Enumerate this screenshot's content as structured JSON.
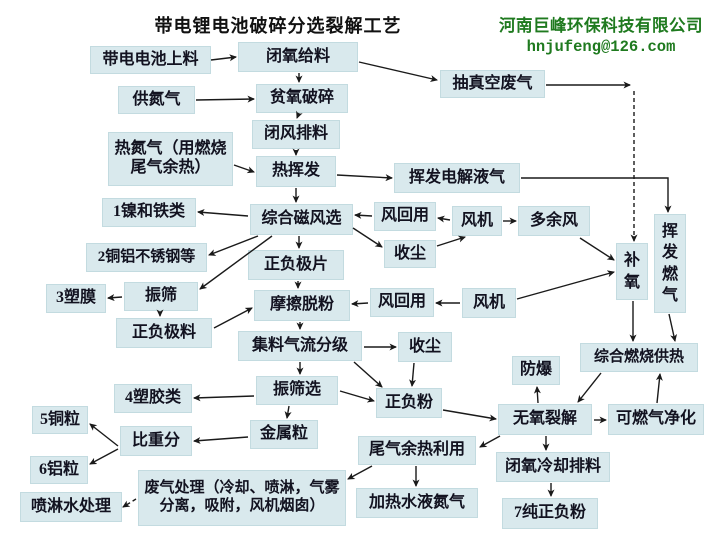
{
  "title": "带电锂电池破碎分选裂解工艺",
  "company": {
    "name": "河南巨峰环保科技有限公司",
    "email": "hnjufeng@126.com"
  },
  "colors": {
    "box_fill": "#d9e9ed",
    "box_border": "#c3dbe0",
    "text": "#121220",
    "company_green": "#1f7a1f",
    "arrow": "#1a1a1a",
    "background": "#ffffff"
  },
  "nodes": [
    {
      "id": "feed",
      "label": "带电电池上料"
    },
    {
      "id": "closed-feed",
      "label": "闭氧给料"
    },
    {
      "id": "vacuum",
      "label": "抽真空废气"
    },
    {
      "id": "nitrogen",
      "label": "供氮气"
    },
    {
      "id": "lean-crush",
      "label": "贫氧破碎"
    },
    {
      "id": "air-discharge",
      "label": "闭风排料"
    },
    {
      "id": "hot-nitrogen",
      "label": "热氮气（用燃烧尾气余热）"
    },
    {
      "id": "thermal",
      "label": "热挥发"
    },
    {
      "id": "electrolyte",
      "label": "挥发电解液气"
    },
    {
      "id": "nickel-iron",
      "label": "1镍和铁类"
    },
    {
      "id": "mag-sort",
      "label": "综合磁风选"
    },
    {
      "id": "wind-reuse-1",
      "label": "风回用"
    },
    {
      "id": "fan-1",
      "label": "风机"
    },
    {
      "id": "excess-wind",
      "label": "多余风"
    },
    {
      "id": "cu-al-steel",
      "label": "2铜铝不锈钢等"
    },
    {
      "id": "sheets",
      "label": "正负极片"
    },
    {
      "id": "dust-1",
      "label": "收尘"
    },
    {
      "id": "oxy-makeup",
      "label": "补氧"
    },
    {
      "id": "volatile-gas",
      "label": "挥发燃气"
    },
    {
      "id": "film",
      "label": "3塑膜"
    },
    {
      "id": "vib-screen",
      "label": "振筛"
    },
    {
      "id": "friction",
      "label": "摩擦脱粉"
    },
    {
      "id": "wind-reuse-2",
      "label": "风回用"
    },
    {
      "id": "fan-2",
      "label": "风机"
    },
    {
      "id": "electrode-mat",
      "label": "正负极料"
    },
    {
      "id": "classify",
      "label": "集料气流分级"
    },
    {
      "id": "dust-2",
      "label": "收尘"
    },
    {
      "id": "exp-proof",
      "label": "防爆"
    },
    {
      "id": "combustion",
      "label": "综合燃烧供热"
    },
    {
      "id": "plastics",
      "label": "4塑胶类"
    },
    {
      "id": "screen-sort",
      "label": "振筛选"
    },
    {
      "id": "electrode-powder",
      "label": "正负粉"
    },
    {
      "id": "copper",
      "label": "5铜粒"
    },
    {
      "id": "gravity-sort",
      "label": "比重分"
    },
    {
      "id": "metal-gran",
      "label": "金属粒"
    },
    {
      "id": "tail-heat",
      "label": "尾气余热利用"
    },
    {
      "id": "pyrolysis",
      "label": "无氧裂解"
    },
    {
      "id": "gas-purify",
      "label": "可燃气净化"
    },
    {
      "id": "aluminum",
      "label": "6铝粒"
    },
    {
      "id": "waste-gas",
      "label": "废气处理（冷却、喷淋，气雾分离，吸附，风机烟囱）"
    },
    {
      "id": "heat-water",
      "label": "加热水液氮气"
    },
    {
      "id": "cool-discharge",
      "label": "闭氧冷却排料"
    },
    {
      "id": "spray-water",
      "label": "喷淋水处理"
    },
    {
      "id": "pure-powder",
      "label": "7纯正负粉"
    }
  ],
  "edges": [
    {
      "from": "feed",
      "to": "closed-feed"
    },
    {
      "from": "closed-feed",
      "to": "lean-crush"
    },
    {
      "from": "closed-feed",
      "to": "vacuum"
    },
    {
      "from": "nitrogen",
      "to": "lean-crush"
    },
    {
      "from": "lean-crush",
      "to": "air-discharge"
    },
    {
      "from": "air-discharge",
      "to": "thermal"
    },
    {
      "from": "hot-nitrogen",
      "to": "thermal"
    },
    {
      "from": "thermal",
      "to": "electrolyte"
    },
    {
      "from": "thermal",
      "to": "mag-sort"
    },
    {
      "from": "electrolyte",
      "to": "volatile-gas"
    },
    {
      "from": "vacuum",
      "to": "oxy-makeup",
      "style": "dashed-drop"
    },
    {
      "from": "mag-sort",
      "to": "nickel-iron"
    },
    {
      "from": "wind-reuse-1",
      "to": "mag-sort"
    },
    {
      "from": "fan-1",
      "to": "wind-reuse-1"
    },
    {
      "from": "fan-1",
      "to": "excess-wind"
    },
    {
      "from": "mag-sort",
      "to": "dust-1"
    },
    {
      "from": "dust-1",
      "to": "fan-1"
    },
    {
      "from": "excess-wind",
      "to": "oxy-makeup"
    },
    {
      "from": "mag-sort",
      "to": "cu-al-steel"
    },
    {
      "from": "mag-sort",
      "to": "vib-screen"
    },
    {
      "from": "mag-sort",
      "to": "sheets"
    },
    {
      "from": "sheets",
      "to": "friction"
    },
    {
      "from": "vib-screen",
      "to": "film"
    },
    {
      "from": "vib-screen",
      "to": "electrode-mat"
    },
    {
      "from": "electrode-mat",
      "to": "friction"
    },
    {
      "from": "wind-reuse-2",
      "to": "friction"
    },
    {
      "from": "fan-2",
      "to": "wind-reuse-2"
    },
    {
      "from": "fan-2",
      "to": "oxy-makeup"
    },
    {
      "from": "friction",
      "to": "classify"
    },
    {
      "from": "classify",
      "to": "dust-2"
    },
    {
      "from": "classify",
      "to": "screen-sort"
    },
    {
      "from": "classify",
      "to": "electrode-powder"
    },
    {
      "from": "dust-2",
      "to": "electrode-powder"
    },
    {
      "from": "screen-sort",
      "to": "plastics"
    },
    {
      "from": "screen-sort",
      "to": "metal-gran"
    },
    {
      "from": "screen-sort",
      "to": "electrode-powder"
    },
    {
      "from": "electrode-powder",
      "to": "pyrolysis"
    },
    {
      "from": "metal-gran",
      "to": "gravity-sort"
    },
    {
      "from": "gravity-sort",
      "to": "copper"
    },
    {
      "from": "gravity-sort",
      "to": "aluminum"
    },
    {
      "from": "tail-heat",
      "to": "waste-gas"
    },
    {
      "from": "tail-heat",
      "to": "heat-water"
    },
    {
      "from": "waste-gas",
      "to": "spray-water",
      "style": "dashed"
    },
    {
      "from": "pyrolysis",
      "to": "tail-heat"
    },
    {
      "from": "pyrolysis",
      "to": "exp-proof"
    },
    {
      "from": "combustion",
      "to": "pyrolysis"
    },
    {
      "from": "pyrolysis",
      "to": "gas-purify"
    },
    {
      "from": "gas-purify",
      "to": "combustion"
    },
    {
      "from": "pyrolysis",
      "to": "cool-discharge"
    },
    {
      "from": "cool-discharge",
      "to": "pure-powder"
    },
    {
      "from": "oxy-makeup",
      "to": "combustion"
    },
    {
      "from": "volatile-gas",
      "to": "combustion"
    }
  ]
}
